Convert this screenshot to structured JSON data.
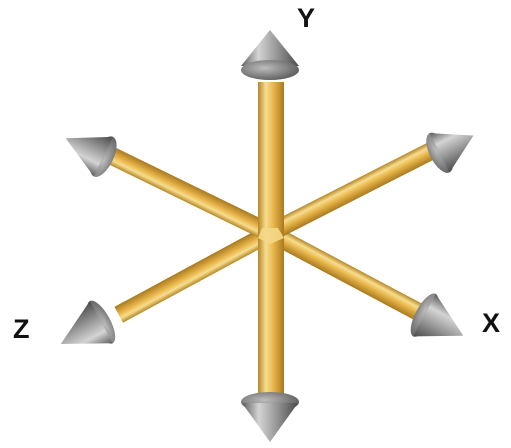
{
  "figure": {
    "labels": {
      "y": "Y",
      "x": "X",
      "z": "Z"
    },
    "colors": {
      "rod": "#e8b54a",
      "rod_highlight": "#f7dd8e",
      "rod_shadow": "#b58626",
      "cone": "#9a9a9a",
      "cone_highlight": "#d4d4d4",
      "cone_shadow": "#5c5c5c",
      "label": "#111111"
    },
    "icons": [
      "rod-icon",
      "cone-arrowhead-icon"
    ]
  }
}
